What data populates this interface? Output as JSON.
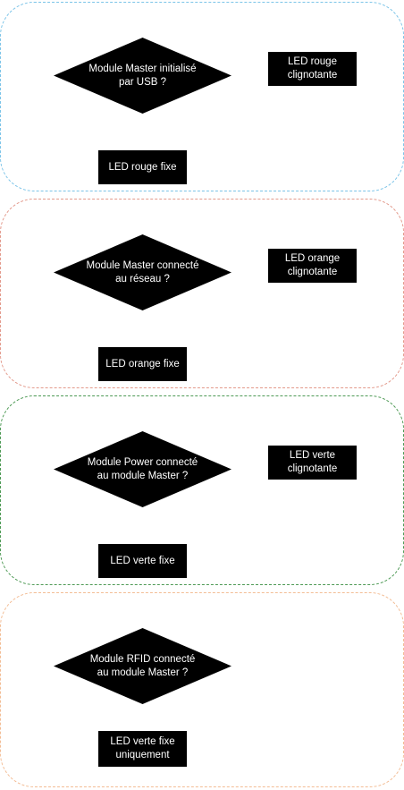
{
  "colors": {
    "group1_border": "#7cc4e8",
    "group2_border": "#e39a8c",
    "group3_border": "#4e9a55",
    "group4_border": "#f3bd95",
    "shape_fill": "#000000",
    "text": "#ffffff"
  },
  "groups": [
    {
      "decision": "Module Master initialisé\npar USB ?",
      "blink_led": "LED rouge\nclignotante",
      "fixed_led": "LED rouge fixe"
    },
    {
      "decision": "Module Master connecté\nau réseau ?",
      "blink_led": "LED orange\nclignotante",
      "fixed_led": "LED orange fixe"
    },
    {
      "decision": "Module Power connecté\nau module Master ?",
      "blink_led": "LED verte\nclignotante",
      "fixed_led": "LED verte fixe"
    },
    {
      "decision": "Module RFID connecté\nau module Master ?",
      "fixed_led": "LED verte fixe\nuniquement"
    }
  ]
}
